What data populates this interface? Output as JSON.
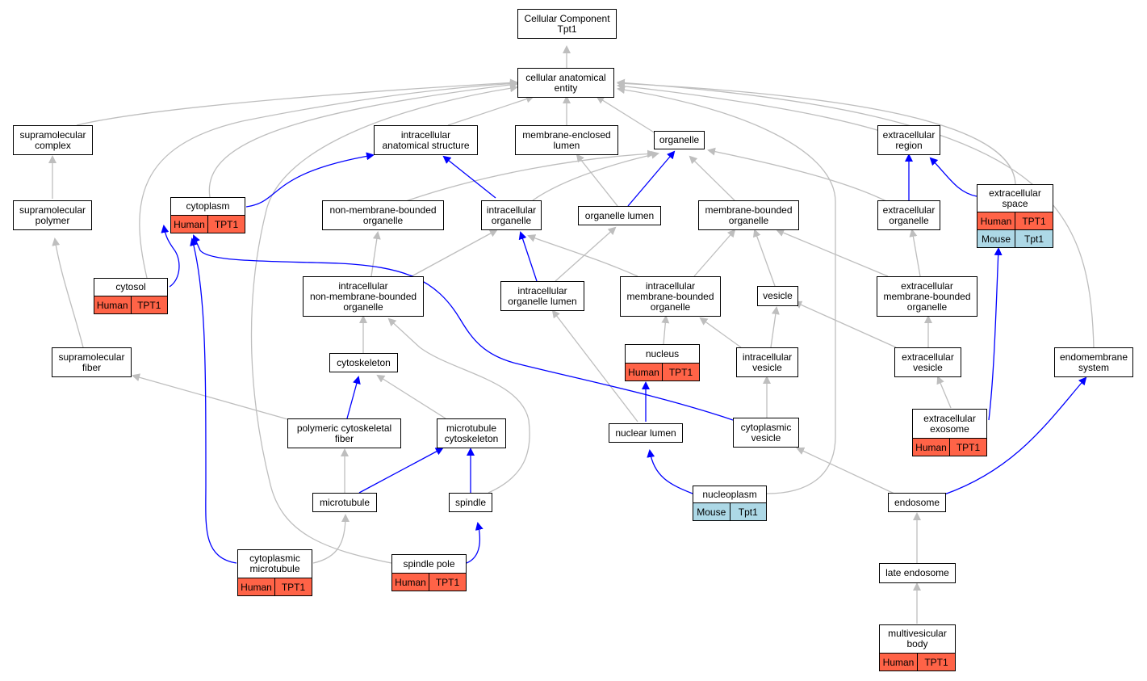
{
  "colors": {
    "human": "#ff6347",
    "mouse": "#add8e6",
    "edge": "#bebebe",
    "edge_highlight": "#0000ff"
  },
  "nodes": {
    "root": {
      "label": "Cellular Component\nTpt1"
    },
    "cae": {
      "label": "cellular anatomical\nentity"
    },
    "supcomplex": {
      "label": "supramolecular\ncomplex"
    },
    "ias": {
      "label": "intracellular\nanatomical structure"
    },
    "mel": {
      "label": "membrane-enclosed\nlumen"
    },
    "organelle": {
      "label": "organelle"
    },
    "ecregion": {
      "label": "extracellular\nregion"
    },
    "suppolymer": {
      "label": "supramolecular\npolymer"
    },
    "cytoplasm": {
      "label": "cytoplasm",
      "annotations": [
        {
          "species": "Human",
          "gene": "TPT1"
        }
      ]
    },
    "nmbo": {
      "label": "non-membrane-bounded\norganelle"
    },
    "intorg": {
      "label": "intracellular\norganelle"
    },
    "orglumen": {
      "label": "organelle lumen"
    },
    "mbo": {
      "label": "membrane-bounded\norganelle"
    },
    "ecorg": {
      "label": "extracellular\norganelle"
    },
    "ecspace": {
      "label": "extracellular\nspace",
      "annotations": [
        {
          "species": "Human",
          "gene": "TPT1"
        },
        {
          "species": "Mouse",
          "gene": "Tpt1"
        }
      ]
    },
    "cytosol": {
      "label": "cytosol",
      "annotations": [
        {
          "species": "Human",
          "gene": "TPT1"
        }
      ]
    },
    "inmbo": {
      "label": "intracellular\nnon-membrane-bounded\norganelle"
    },
    "iol": {
      "label": "intracellular\norganelle lumen"
    },
    "imbo": {
      "label": "intracellular\nmembrane-bounded\norganelle"
    },
    "vesicle": {
      "label": "vesicle"
    },
    "ecmbo": {
      "label": "extracellular\nmembrane-bounded\norganelle"
    },
    "supfiber": {
      "label": "supramolecular\nfiber"
    },
    "cytoskeleton": {
      "label": "cytoskeleton"
    },
    "nucleus": {
      "label": "nucleus",
      "annotations": [
        {
          "species": "Human",
          "gene": "TPT1"
        }
      ]
    },
    "intves": {
      "label": "intracellular\nvesicle"
    },
    "ecves": {
      "label": "extracellular\nvesicle"
    },
    "endomem": {
      "label": "endomembrane\nsystem"
    },
    "pcf": {
      "label": "polymeric cytoskeletal\nfiber"
    },
    "mtcsk": {
      "label": "microtubule\ncytoskeleton"
    },
    "nuclumen": {
      "label": "nuclear lumen"
    },
    "cytves": {
      "label": "cytoplasmic\nvesicle"
    },
    "exosome": {
      "label": "extracellular\nexosome",
      "annotations": [
        {
          "species": "Human",
          "gene": "TPT1"
        }
      ]
    },
    "microtubule": {
      "label": "microtubule"
    },
    "spindle": {
      "label": "spindle"
    },
    "nucleoplasm": {
      "label": "nucleoplasm",
      "annotations": [
        {
          "species": "Mouse",
          "gene": "Tpt1"
        }
      ]
    },
    "endosome": {
      "label": "endosome"
    },
    "cytmt": {
      "label": "cytoplasmic\nmicrotubule",
      "annotations": [
        {
          "species": "Human",
          "gene": "TPT1"
        }
      ]
    },
    "spole": {
      "label": "spindle pole",
      "annotations": [
        {
          "species": "Human",
          "gene": "TPT1"
        }
      ]
    },
    "lateendo": {
      "label": "late endosome"
    },
    "mvb": {
      "label": "multivesicular\nbody",
      "annotations": [
        {
          "species": "Human",
          "gene": "TPT1"
        }
      ]
    }
  }
}
